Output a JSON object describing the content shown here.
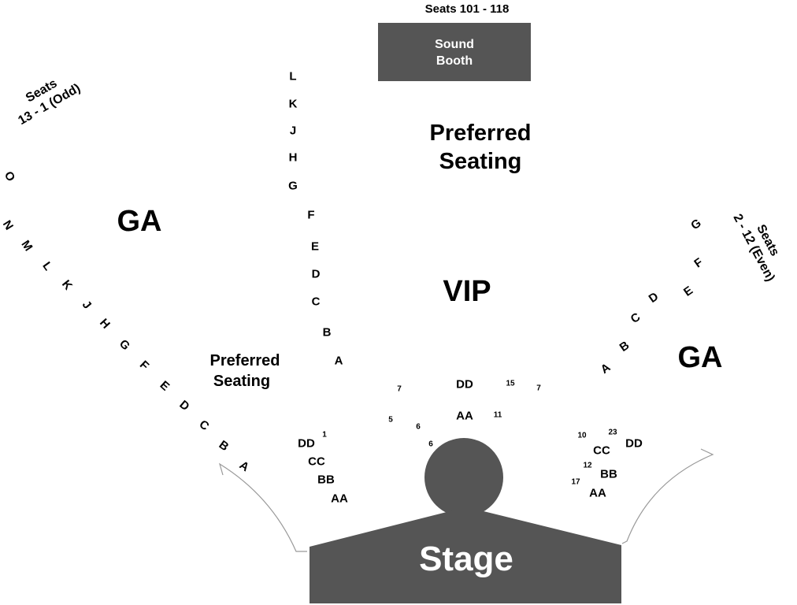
{
  "sound_booth": {
    "header": "Seats 101 - 118",
    "line1": "Sound",
    "line2": "Booth"
  },
  "sections": {
    "ga_left": "GA",
    "ga_right": "GA",
    "vip": "VIP",
    "preferred_top": {
      "line1": "Preferred",
      "line2": "Seating"
    },
    "preferred_left": {
      "line1": "Preferred",
      "line2": "Seating"
    }
  },
  "seat_notes": {
    "left": {
      "line1": "Seats",
      "line2": "13 - 1 (Odd)"
    },
    "right": {
      "line1": "Seats",
      "line2": "2 - 12 (Even)"
    }
  },
  "rows": {
    "left_arc": [
      "O",
      "N",
      "M",
      "L",
      "K",
      "J",
      "H",
      "G",
      "F",
      "E",
      "D",
      "C",
      "B",
      "A"
    ],
    "center_column": [
      "L",
      "K",
      "J",
      "H",
      "G",
      "F",
      "E",
      "D",
      "C",
      "B",
      "A"
    ],
    "right_arc": [
      "G",
      "F",
      "E",
      "D",
      "C",
      "B",
      "A"
    ],
    "front_left": [
      "DD",
      "CC",
      "BB",
      "AA"
    ],
    "front_center": [
      "DD",
      "AA"
    ],
    "front_right": [
      "DD",
      "CC",
      "BB",
      "AA"
    ]
  },
  "seat_numbers": {
    "front_left": [
      "1"
    ],
    "center": [
      "7",
      "5",
      "6",
      "6",
      "15",
      "7",
      "11"
    ],
    "front_right": [
      "10",
      "23",
      "12",
      "17"
    ]
  },
  "stage": "Stage",
  "colors": {
    "fill_dark": "#555555",
    "outline": "#999999",
    "text": "#000000"
  }
}
